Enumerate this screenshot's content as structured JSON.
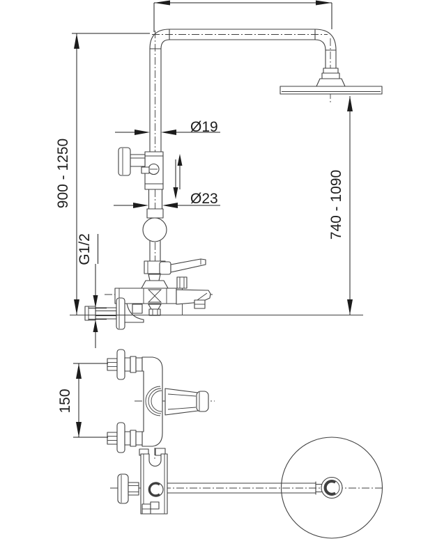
{
  "drawing": {
    "type": "technical-installation-diagram",
    "subject": "wall-mounted shower column with overhead rain shower, bath mixer and hand-shower holder",
    "views": [
      "side-view",
      "front-view",
      "top-view"
    ],
    "colors": {
      "background": "#ffffff",
      "line": "#3f3f3f",
      "dim": "#1c1c1c"
    }
  },
  "labels": {
    "height_range": "900 - 1250",
    "upper_pipe_diameter": "Ø19",
    "lower_pipe_diameter": "Ø23",
    "head_height_range": "740 - 1090",
    "inlet_thread": "G1/2",
    "connection_spacing": "150"
  }
}
